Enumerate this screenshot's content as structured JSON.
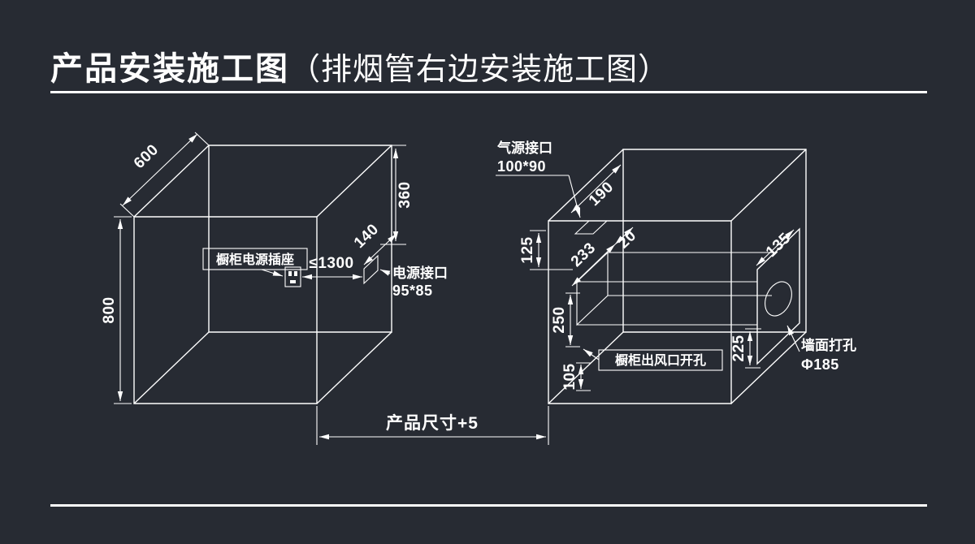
{
  "colors": {
    "background": "#272b33",
    "line": "#ffffff"
  },
  "title": {
    "main": "产品安装施工图",
    "sub": "（排烟管右边安装施工图）"
  },
  "left_cabinet": {
    "dim_depth": "600",
    "dim_height": "800",
    "dim_top_to_port": "360",
    "dim_port_offset": "140",
    "dim_socket_distance": "≤1300",
    "socket_label": "橱柜电源插座",
    "power_port_name": "电源接口",
    "power_port_size": "95*85"
  },
  "right_cabinet": {
    "gas_port_name": "气源接口",
    "gas_port_size": "100*90",
    "dim_gas_offset": "190",
    "dim_top_clearance": "125",
    "dim_duct_depth": "233",
    "dim_gap": "20",
    "dim_duct_height": "250",
    "dim_bottom_clearance": "105",
    "dim_wall_bottom": "225",
    "dim_wall_offset": "135",
    "outlet_label": "橱柜出风口开孔",
    "wall_hole_name": "墙面打孔",
    "wall_hole_size": "Φ185"
  },
  "footer": {
    "product_size": "产品尺寸+5"
  }
}
